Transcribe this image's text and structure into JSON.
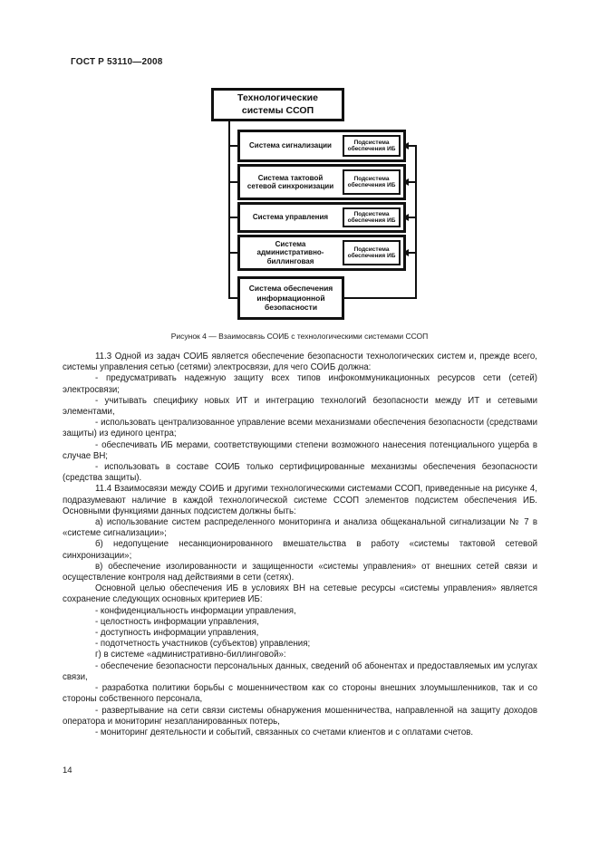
{
  "header": {
    "title": "ГОСТ Р 53110—2008"
  },
  "diagram": {
    "top_box": "Технологические системы ССОП",
    "rows": [
      {
        "name": "Система сигнализации",
        "subsystem": "Подсистема обеспечения ИБ"
      },
      {
        "name": "Система тактовой сетевой синхронизации",
        "subsystem": "Подсистема обеспечения ИБ"
      },
      {
        "name": "Система управления",
        "subsystem": "Подсистема обеспечения ИБ"
      },
      {
        "name": "Система административно-биллинговая",
        "subsystem": "Подсистема обеспечения ИБ"
      }
    ],
    "bottom_box": "Система обеспечения информационной безопасности"
  },
  "figure": {
    "caption": "Рисунок 4 — Взаимосвязь СОИБ с технологическими системами ССОП"
  },
  "body": {
    "paragraphs": [
      "11.3 Одной из задач СОИБ является обеспечение безопасности технологических систем и, прежде всего, системы управления сетью (сетями) электросвязи, для чего СОИБ должна:",
      "- предусматривать надежную защиту всех типов инфокоммуникационных ресурсов сети (сетей) электросвязи;",
      "- учитывать специфику новых ИТ и интеграцию технологий безопасности между ИТ и сетевыми элементами,",
      "- использовать централизованное управление всеми механизмами обеспечения безопасности (средствами защиты) из единого центра;",
      "- обеспечивать ИБ мерами, соответствующими степени возможного нанесения потенциального ущерба в случае ВН;",
      "- использовать в составе СОИБ только сертифицированные механизмы обеспечения безопасности (средства защиты).",
      "11.4 Взаимосвязи между СОИБ и другими технологическими системами ССОП, приведенные на рисунке 4, подразумевают наличие в каждой технологической системе ССОП элементов подсистем обеспечения ИБ. Основными функциями данных подсистем должны быть:",
      "а) использование систем распределенного мониторинга и анализа общеканальной сигнализации № 7 в «системе сигнализации»;",
      "б) недопущение несанкционированного вмешательства в работу «системы тактовой сетевой синхронизации»;",
      "в) обеспечение изолированности и защищенности «системы управления» от внешних сетей связи и осуществление контроля над действиями в сети (сетях).",
      "Основной целью обеспечения ИБ в условиях ВН на сетевые ресурсы «системы управления» является сохранение следующих основных критериев ИБ:",
      "- конфиденциальность информации управления,",
      "- целостность информации управления,",
      "- доступность информации управления,",
      "- подотчетность участников (субъектов) управления;",
      "г) в системе «административно-биллинговой»:",
      "- обеспечение безопасности персональных данных, сведений об абонентах и предоставляемых им услугах связи,",
      "- разработка политики борьбы с мошенничеством как со стороны внешних злоумышленников, так и со стороны собственного персонала,",
      "- развертывание на сети связи системы обнаружения мошенничества, направленной на защиту доходов оператора и мониторинг незапланированных потерь,",
      "- мониторинг деятельности и событий, связанных со счетами клиентов и с оплатами счетов."
    ]
  },
  "footer": {
    "page_number": "14"
  },
  "colors": {
    "ink": "#111111",
    "paper": "#ffffff"
  }
}
